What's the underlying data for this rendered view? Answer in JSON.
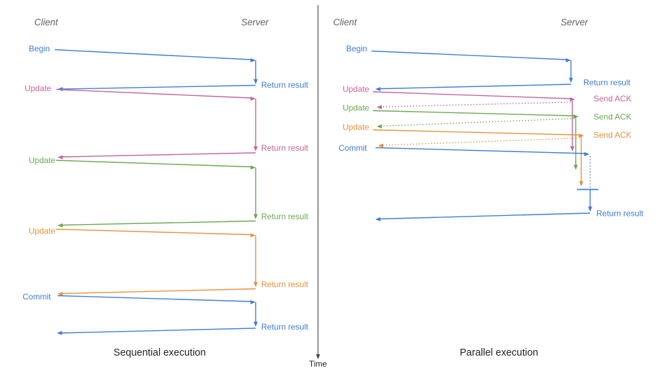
{
  "colors": {
    "blue": "#3f7cd8",
    "pink": "#c2659d",
    "green": "#6aa84f",
    "orange": "#e69138",
    "heading_gray": "#5f6368",
    "caption_black": "#222222",
    "axis_gray": "#4d4d4d"
  },
  "left_diagram": {
    "client_label": "Client",
    "server_label": "Server",
    "caption": "Sequential execution",
    "messages": [
      {
        "label": "Begin",
        "response": "Return result"
      },
      {
        "label": "Update",
        "response": "Return result"
      },
      {
        "label": "Update",
        "response": "Return result"
      },
      {
        "label": "Update",
        "response": "Return result"
      },
      {
        "label": "Commit",
        "response": "Return result"
      }
    ]
  },
  "right_diagram": {
    "client_label": "Client",
    "server_label": "Server",
    "caption": "Parallel execution",
    "messages": [
      {
        "label": "Begin",
        "response": "Return result"
      },
      {
        "label": "Update",
        "response": "Send ACK"
      },
      {
        "label": "Update",
        "response": "Send ACK"
      },
      {
        "label": "Update",
        "response": "Send ACK"
      },
      {
        "label": "Commit",
        "response": "Return result"
      }
    ]
  },
  "time_axis": {
    "label": "Time"
  }
}
